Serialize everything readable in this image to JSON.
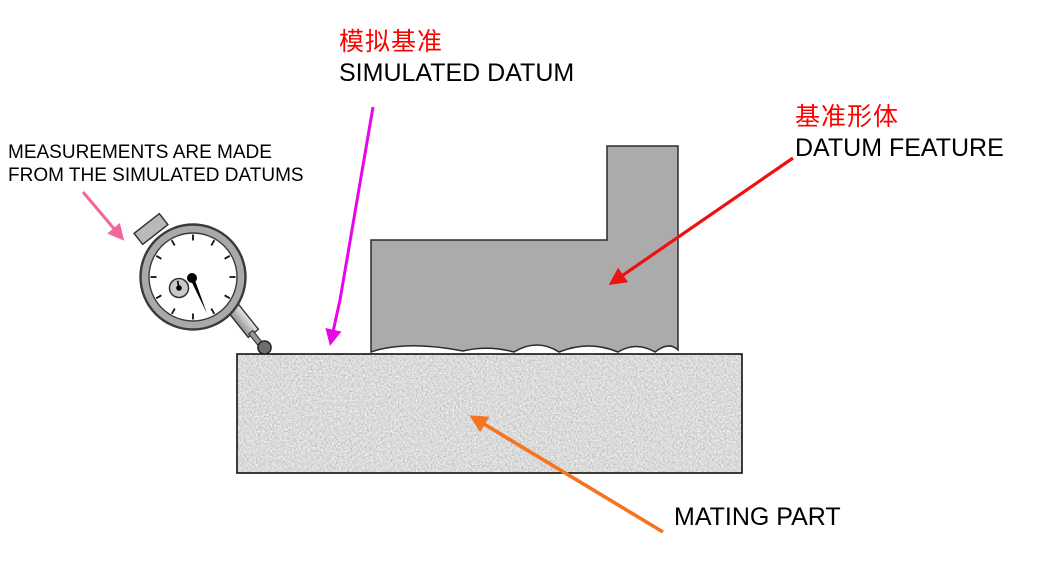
{
  "diagram": {
    "description": "GD&T datum concept illustration",
    "labels": {
      "simulated_datum": {
        "zh": "模拟基准",
        "en": "SIMULATED DATUM"
      },
      "datum_feature": {
        "zh": "基准形体",
        "en": "DATUM FEATURE"
      },
      "measurements_note": {
        "line1": "MEASUREMENTS ARE MADE",
        "line2": "FROM THE SIMULATED DATUMS"
      },
      "mating_part": "MATING PART"
    },
    "figures": {
      "dial_indicator": "dial-indicator-gauge",
      "stepped_part": "gray-stepped-part-with-wavy-bottom",
      "surface_plate": "granite-surface-plate"
    },
    "colors": {
      "label_red": "#ff0000",
      "arrow_red": "#ee1111",
      "arrow_magenta": "#e607e6",
      "arrow_pink": "#f0679d",
      "arrow_orange": "#f47420",
      "part_gray": "#ababab",
      "gauge_ring_gray": "#a9a9a9",
      "text_black": "#000000",
      "background": "#ffffff"
    }
  }
}
